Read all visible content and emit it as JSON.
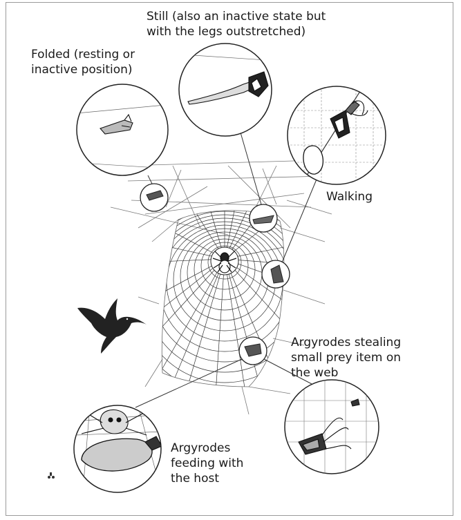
{
  "labels": {
    "folded": "Folded (resting or\ninactive position)",
    "still": "Still (also an inactive state but\nwith the legs outstretched)",
    "walking": "Walking",
    "stealing": "Argyrodes stealing\nsmall prey item on\nthe web",
    "feeding": "Argyrodes\nfeeding with\nthe host"
  },
  "icons": {
    "bird": "hummingbird-silhouette",
    "web": "orb-web",
    "host": "host-spider"
  },
  "colors": {
    "ink": "#1a1a1a",
    "line": "#555555",
    "frame": "#9a9a9a"
  }
}
